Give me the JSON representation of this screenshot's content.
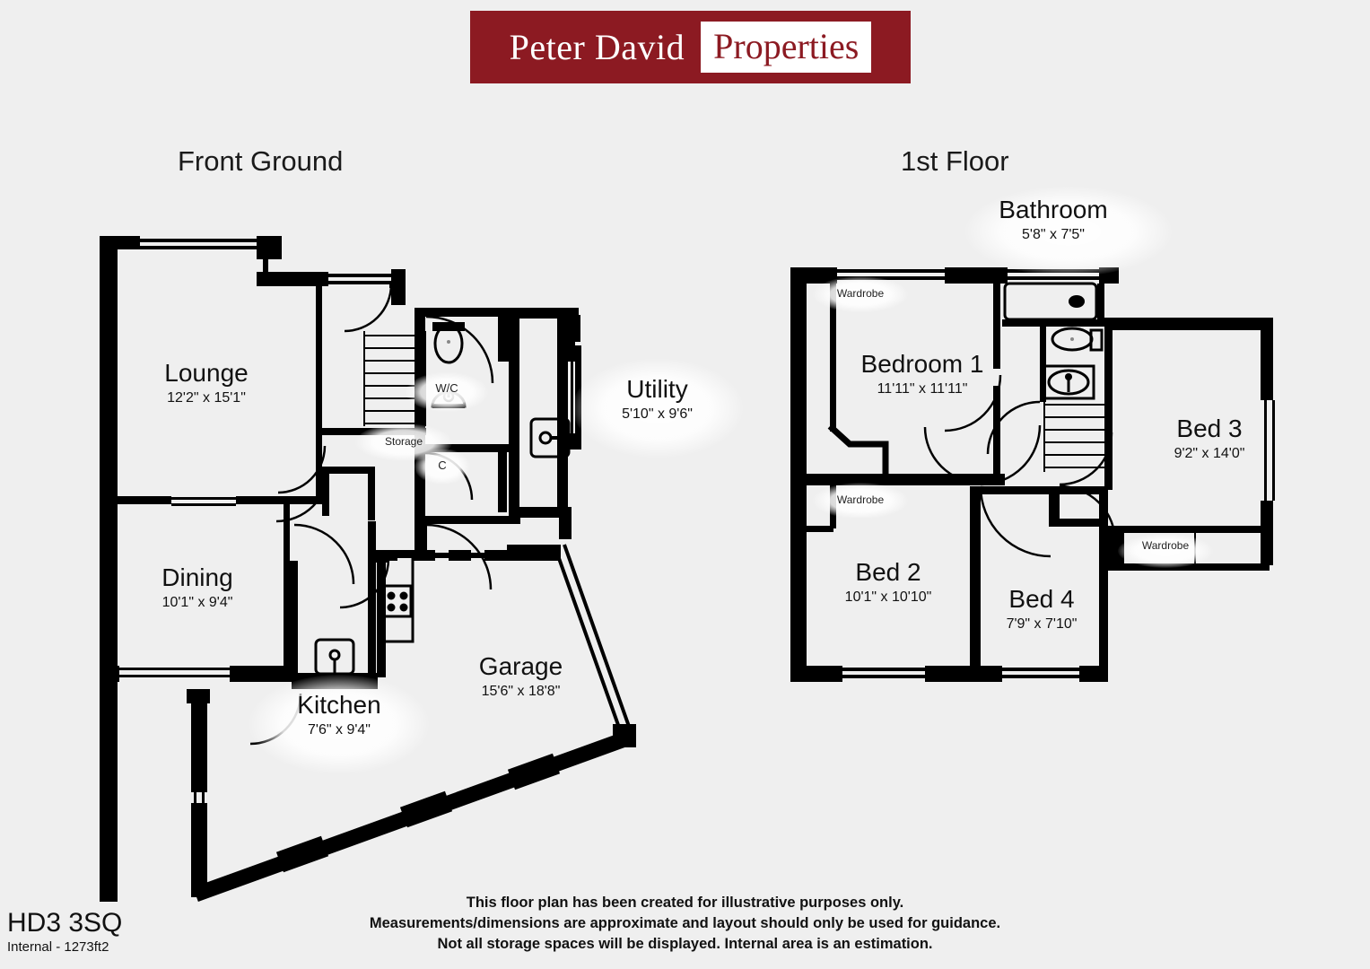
{
  "brand": {
    "name": "Peter David",
    "suffix": "Properties",
    "color": "#8C1A22",
    "box_color": "#FFFFFF"
  },
  "floors": [
    {
      "id": "ground",
      "title": "Front Ground"
    },
    {
      "id": "first",
      "title": "1st Floor"
    }
  ],
  "ground_floor": {
    "rooms": [
      {
        "name": "Lounge",
        "dimensions": "12'2\" x 15'1\""
      },
      {
        "name": "Dining",
        "dimensions": "10'1\" x 9'4\""
      },
      {
        "name": "Kitchen",
        "dimensions": "7'6\" x 9'4\""
      },
      {
        "name": "Utility",
        "dimensions": "5'10\" x 9'6\""
      },
      {
        "name": "Garage",
        "dimensions": "15'6\" x 18'8\""
      }
    ],
    "annotations": [
      {
        "label": "W/C"
      },
      {
        "label": "Storage"
      },
      {
        "label": "C"
      }
    ]
  },
  "first_floor": {
    "rooms": [
      {
        "name": "Bathroom",
        "dimensions": "5'8\" x 7'5\""
      },
      {
        "name": "Bedroom 1",
        "dimensions": "11'11\" x 11'11\""
      },
      {
        "name": "Bed 3",
        "dimensions": "9'2\" x 14'0\""
      },
      {
        "name": "Bed 2",
        "dimensions": "10'1\" x 10'10\""
      },
      {
        "name": "Bed 4",
        "dimensions": "7'9\" x 7'10\""
      }
    ],
    "annotations": [
      {
        "label": "Wardrobe"
      },
      {
        "label": "Wardrobe"
      },
      {
        "label": "Wardrobe"
      }
    ]
  },
  "footer": {
    "disclaimer_line1": "This floor plan has been created for illustrative purposes only.",
    "disclaimer_line2": "Measurements/dimensions are approximate and layout should only be used for guidance.",
    "disclaimer_line3": "Not all storage spaces will be displayed. Internal area is an estimation.",
    "postcode": "HD3 3SQ",
    "internal_area": "Internal - 1273ft2"
  }
}
